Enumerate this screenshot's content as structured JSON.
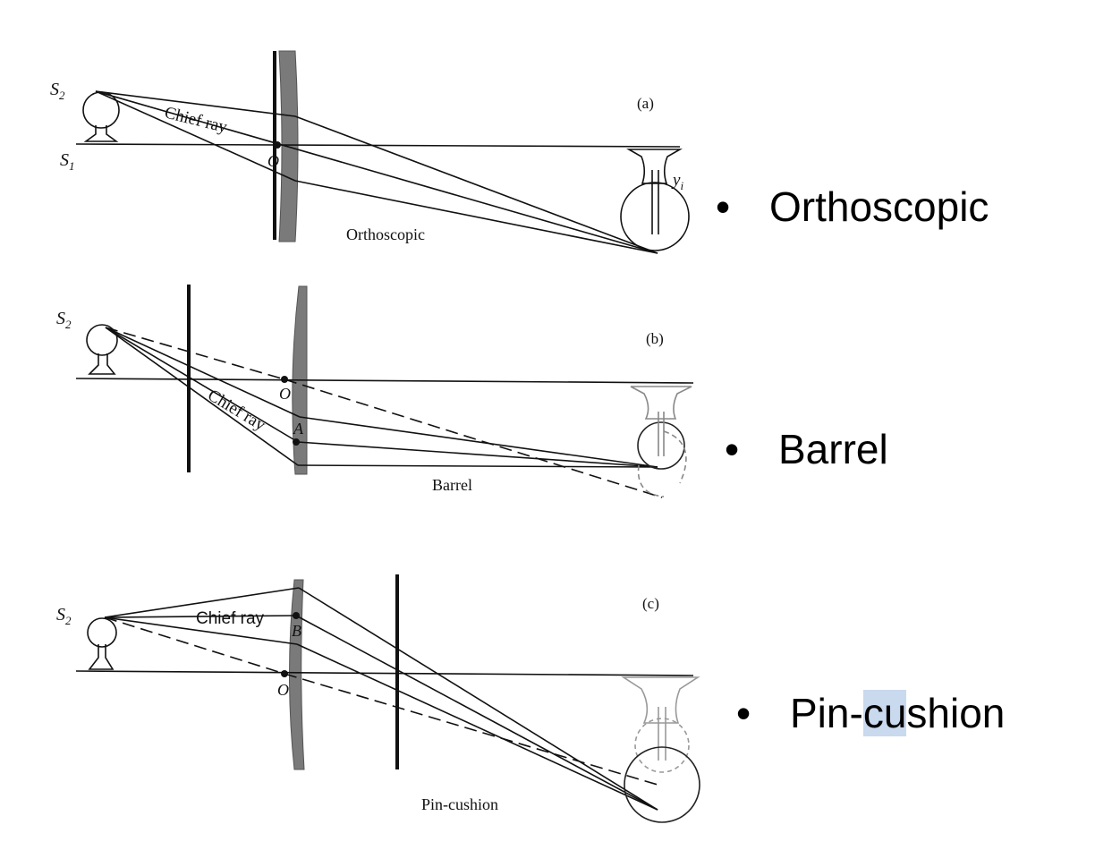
{
  "panels": {
    "a": {
      "panel_label": "(a)",
      "source_label": "S",
      "source_sub": "2",
      "axis_source_label": "S",
      "axis_source_sub": "1",
      "chief_ray_label": "Chief ray",
      "center_label": "O",
      "image_label": "y",
      "image_sub": "i",
      "caption": "Orthoscopic"
    },
    "b": {
      "panel_label": "(b)",
      "source_label": "S",
      "source_sub": "2",
      "chief_ray_label": "Chief ray",
      "center_label": "O",
      "point_label": "A",
      "caption": "Barrel"
    },
    "c": {
      "panel_label": "(c)",
      "source_label": "S",
      "source_sub": "2",
      "chief_ray_label": "Chief ray",
      "center_label": "O",
      "point_label": "B",
      "caption": "Pin-cushion"
    }
  },
  "bullets": [
    {
      "text": "Orthoscopic"
    },
    {
      "pre": "Pin-",
      "highlight": "cu",
      "post": "shion"
    },
    {
      "text": "Barrel"
    }
  ],
  "bullet_symbol": "•",
  "colors": {
    "lens": "#7a7a7a",
    "line": "#111111",
    "highlight": "#c9d9ee"
  }
}
